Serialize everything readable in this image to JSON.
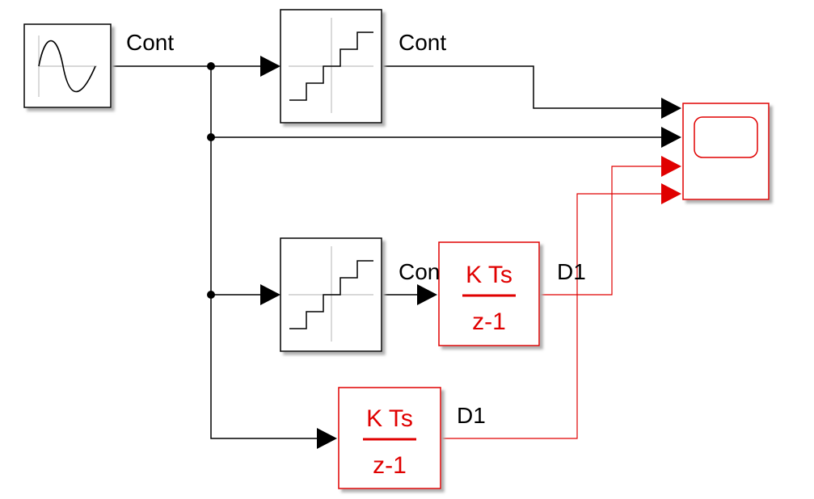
{
  "colors": {
    "continuous": "#000000",
    "discrete": "#e00000",
    "shadow": "#c8c8c8"
  },
  "signals": {
    "sine_out": "Cont",
    "quantizer_top_out": "Cont",
    "quantizer_mid_out": "Con",
    "integrator_mid_out": "D1",
    "integrator_bot_out": "D1"
  },
  "blocks": {
    "sine_wave": {
      "icon": "sine-wave-icon"
    },
    "quantizer_top": {
      "icon": "staircase-icon"
    },
    "quantizer_mid": {
      "icon": "staircase-icon"
    },
    "integrator_mid": {
      "numerator": "K Ts",
      "denominator": "z-1"
    },
    "integrator_bot": {
      "numerator": "K Ts",
      "denominator": "z-1"
    },
    "scope": {
      "icon": "scope-screen-icon",
      "inputs": 4
    }
  }
}
